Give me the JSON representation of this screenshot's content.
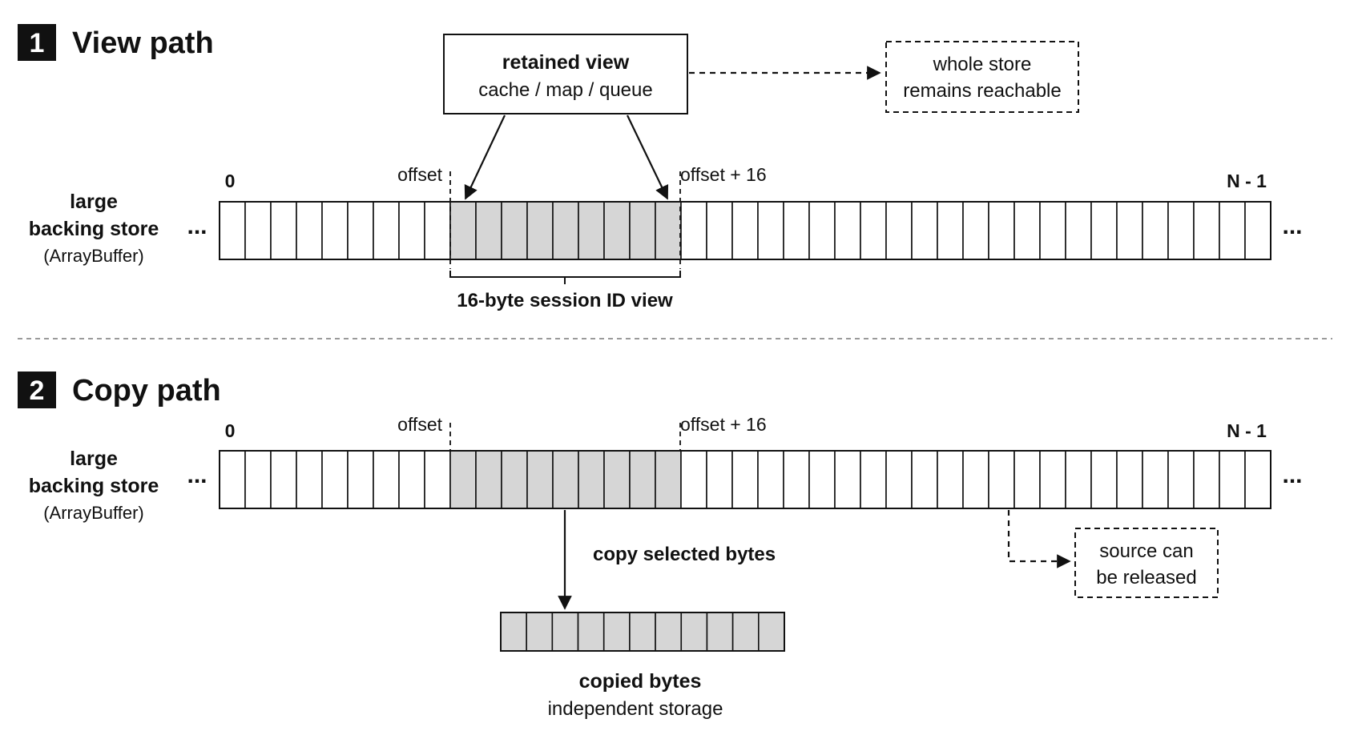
{
  "section1": {
    "number": "1",
    "title": "View path",
    "store_label": [
      "large",
      "backing store"
    ],
    "store_sublabel": "(ArrayBuffer)",
    "index_start": "0",
    "index_offset": "offset",
    "index_offset_end": "offset + 16",
    "index_end": "N - 1",
    "ellipsis_left": "...",
    "ellipsis_right": "...",
    "retained_title": "retained view",
    "retained_sub": "cache / map / queue",
    "reachable_lines": [
      "whole store",
      "remains reachable"
    ],
    "view_label": "16-byte session ID view"
  },
  "section2": {
    "number": "2",
    "title": "Copy path",
    "store_label": [
      "large",
      "backing store"
    ],
    "store_sublabel": "(ArrayBuffer)",
    "index_start": "0",
    "index_offset": "offset",
    "index_offset_end": "offset + 16",
    "index_end": "N - 1",
    "ellipsis_left": "...",
    "ellipsis_right": "...",
    "copy_label": "copy selected bytes",
    "released_lines": [
      "source can",
      "be released"
    ],
    "copied_title": "copied bytes",
    "copied_sub": "independent storage"
  },
  "colors": {
    "ink": "#111111",
    "highlight": "#d6d6d6",
    "divider": "#9a9a9a",
    "badge": "#111111"
  }
}
